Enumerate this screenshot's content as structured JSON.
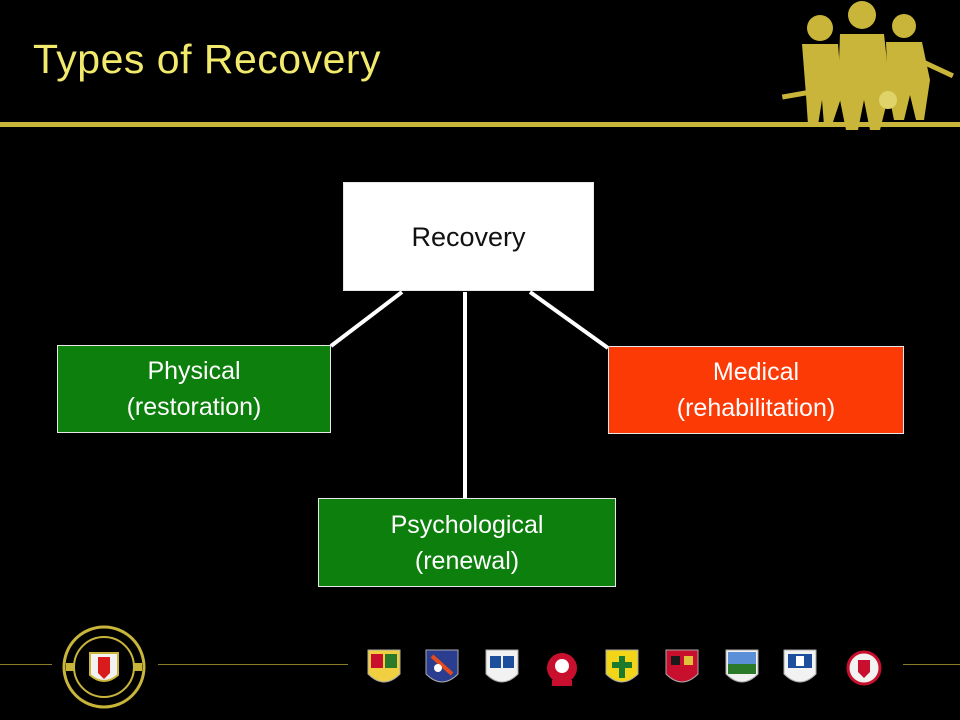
{
  "slide": {
    "title": "Types of Recovery"
  },
  "diagram": {
    "root": {
      "label": "Recovery"
    },
    "children": [
      {
        "id": "physical",
        "label": "Physical\n(restoration)",
        "color": "#0c7f0c"
      },
      {
        "id": "medical",
        "label": "Medical\n(rehabilitation)",
        "color": "#fb3a06"
      },
      {
        "id": "psychological",
        "label": "Psychological\n(renewal)",
        "color": "#0c7f0c"
      }
    ]
  },
  "theme": {
    "background": "#000000",
    "accent": "#f1ea6c",
    "rule": "#c9b53a"
  },
  "footer": {
    "logos": [
      "ulster-gaa-crest-icon",
      "antrim-crest-icon",
      "armagh-crest-icon",
      "cavan-crest-icon",
      "derry-crest-icon",
      "donegal-crest-icon",
      "down-crest-icon",
      "fermanagh-crest-icon",
      "monaghan-crest-icon",
      "tyrone-crest-icon"
    ]
  }
}
